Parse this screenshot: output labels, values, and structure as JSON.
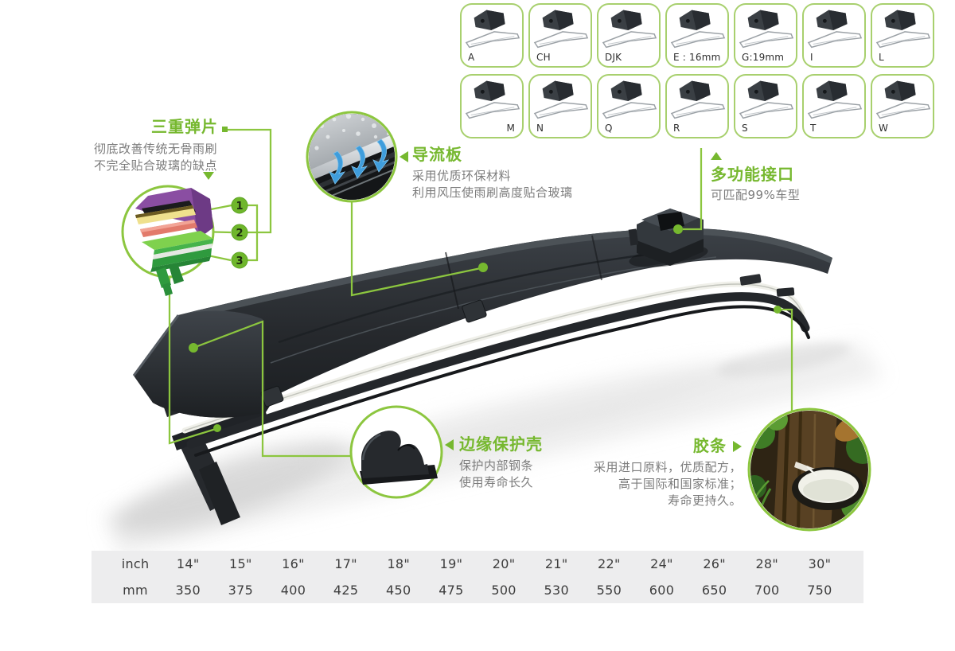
{
  "accent": {
    "title_green": "#76b82f",
    "line_green": "#8cc63f",
    "cell_border_green": "#a8d06e",
    "desc_gray": "#7c7c7c",
    "table_bg": "#ededee"
  },
  "adapter_grid": {
    "rows": [
      [
        {
          "label": "A",
          "align": "bl"
        },
        {
          "label": "CH",
          "align": "bl"
        },
        {
          "label": "DJK",
          "align": "bl"
        },
        {
          "label": "E : 16mm",
          "align": "bl"
        },
        {
          "label": "G:19mm",
          "align": "bl"
        },
        {
          "label": "I",
          "align": "bl"
        },
        {
          "label": "L",
          "align": "bl"
        }
      ],
      [
        {
          "label": "M",
          "align": "br"
        },
        {
          "label": "N",
          "align": "bl"
        },
        {
          "label": "Q",
          "align": "bl"
        },
        {
          "label": "R",
          "align": "bl"
        },
        {
          "label": "S",
          "align": "bl"
        },
        {
          "label": "T",
          "align": "bl"
        },
        {
          "label": "W",
          "align": "bl"
        }
      ]
    ]
  },
  "callouts": {
    "triple_spring": {
      "title": "三重弹片",
      "desc_line1": "彻底改善传统无骨雨刷",
      "desc_line2": "不完全贴合玻璃的缺点",
      "markers": [
        "1",
        "2",
        "3"
      ]
    },
    "spoiler": {
      "title": "导流板",
      "desc_line1": "采用优质环保材料",
      "desc_line2": "利用风压使雨刷高度贴合玻璃"
    },
    "multi_adapter": {
      "title": "多功能接口",
      "desc_line1": "可匹配99%车型"
    },
    "edge_cap": {
      "title": "边缘保护壳",
      "desc_line1": "保护内部钢条",
      "desc_line2": "使用寿命长久"
    },
    "rubber": {
      "title": "胶条",
      "desc_line1": "采用进口原料，优质配方，",
      "desc_line2": "高于国际和国家标准；",
      "desc_line3": "寿命更持久。"
    }
  },
  "size_table": {
    "row_headers": [
      "inch",
      "mm"
    ],
    "columns": [
      {
        "inch": "14\"",
        "mm": "350"
      },
      {
        "inch": "15\"",
        "mm": "375"
      },
      {
        "inch": "16\"",
        "mm": "400"
      },
      {
        "inch": "17\"",
        "mm": "425"
      },
      {
        "inch": "18\"",
        "mm": "450"
      },
      {
        "inch": "19\"",
        "mm": "475"
      },
      {
        "inch": "20\"",
        "mm": "500"
      },
      {
        "inch": "21\"",
        "mm": "530"
      },
      {
        "inch": "22\"",
        "mm": "550"
      },
      {
        "inch": "24\"",
        "mm": "600"
      },
      {
        "inch": "26\"",
        "mm": "650"
      },
      {
        "inch": "28\"",
        "mm": "700"
      },
      {
        "inch": "30\"",
        "mm": "750"
      }
    ]
  }
}
